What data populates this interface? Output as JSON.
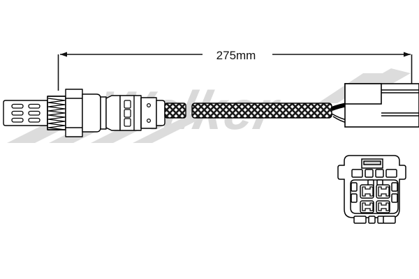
{
  "product": {
    "type": "oxygen-sensor-line-drawing",
    "brand_watermark": "Walker",
    "background_color": "#ffffff",
    "line_color": "#000000",
    "watermark_color": "#d9d9d9",
    "shade_color": "#b4b4b4"
  },
  "dimension": {
    "label": "275mm",
    "value": 275,
    "unit": "mm",
    "style": "double-arrow-horizontal"
  },
  "sensor": {
    "tip_label": "vented-sensor-tip",
    "tip_slot_rows": 3,
    "tip_slot_columns": 2,
    "tip_slot_count": 6,
    "thread_label": "threaded-boss",
    "hex_label": "hex-nut",
    "body_label": "sensor-body",
    "cable_label": "braided-shield-cable",
    "cable_segments": 2,
    "wire_label": "lead-wires",
    "wire_count": 3,
    "connector_label": "harness-connector"
  },
  "connector_detail": {
    "label": "connector-face-view",
    "pin_count": 4,
    "pin_layout": "2x2",
    "latch_label": "locking-tab"
  }
}
